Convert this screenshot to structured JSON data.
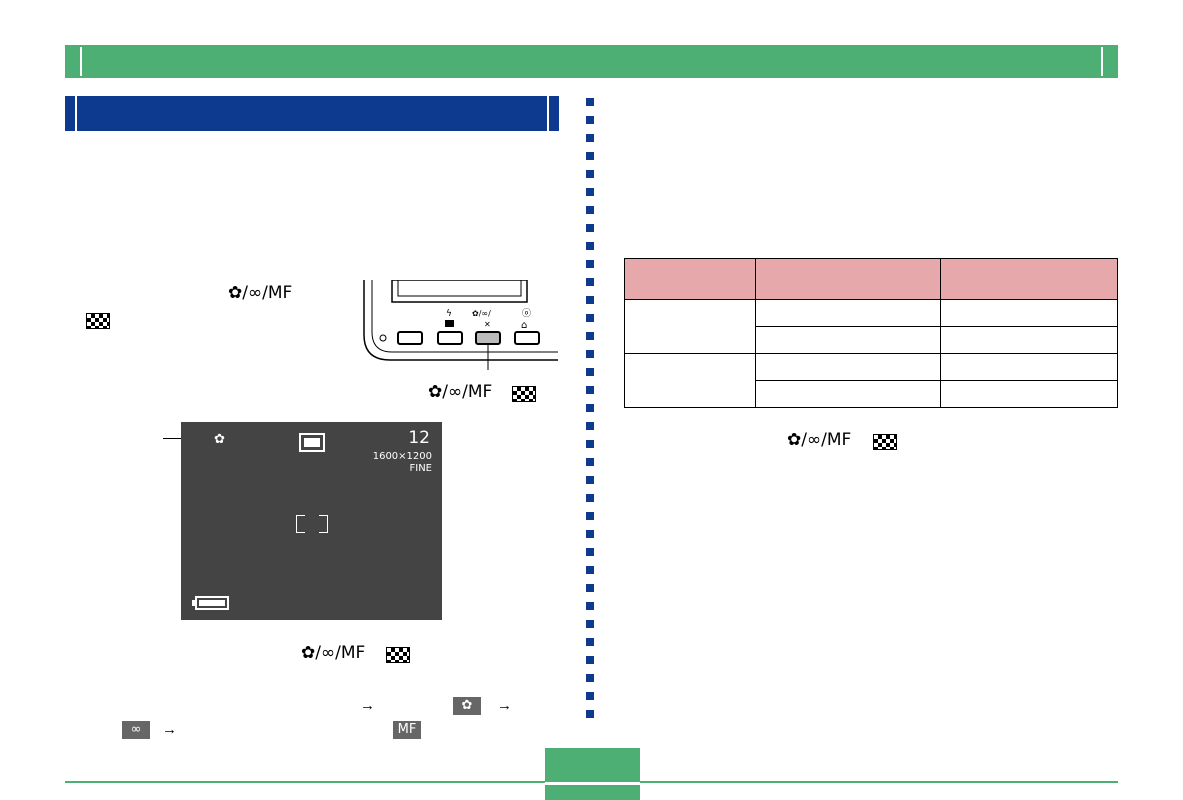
{
  "focus_symbol": "✿/∞/MF",
  "lcd": {
    "shot_count": "12",
    "resolution": "1600×1200",
    "quality": "FINE"
  },
  "sequence": {
    "arrow": "→",
    "infinity_icon": "∞",
    "mf_icon": "MF",
    "macro_icon": "✿"
  },
  "icons": [
    "macro-flower-icon",
    "infinity-icon",
    "checker-icon",
    "battery-icon",
    "flash-icon",
    "self-timer-icon"
  ],
  "colors": {
    "green": "#4daf74",
    "blue": "#0d3a8e",
    "table_header": "#e6a8aa",
    "lcd": "#444444"
  }
}
